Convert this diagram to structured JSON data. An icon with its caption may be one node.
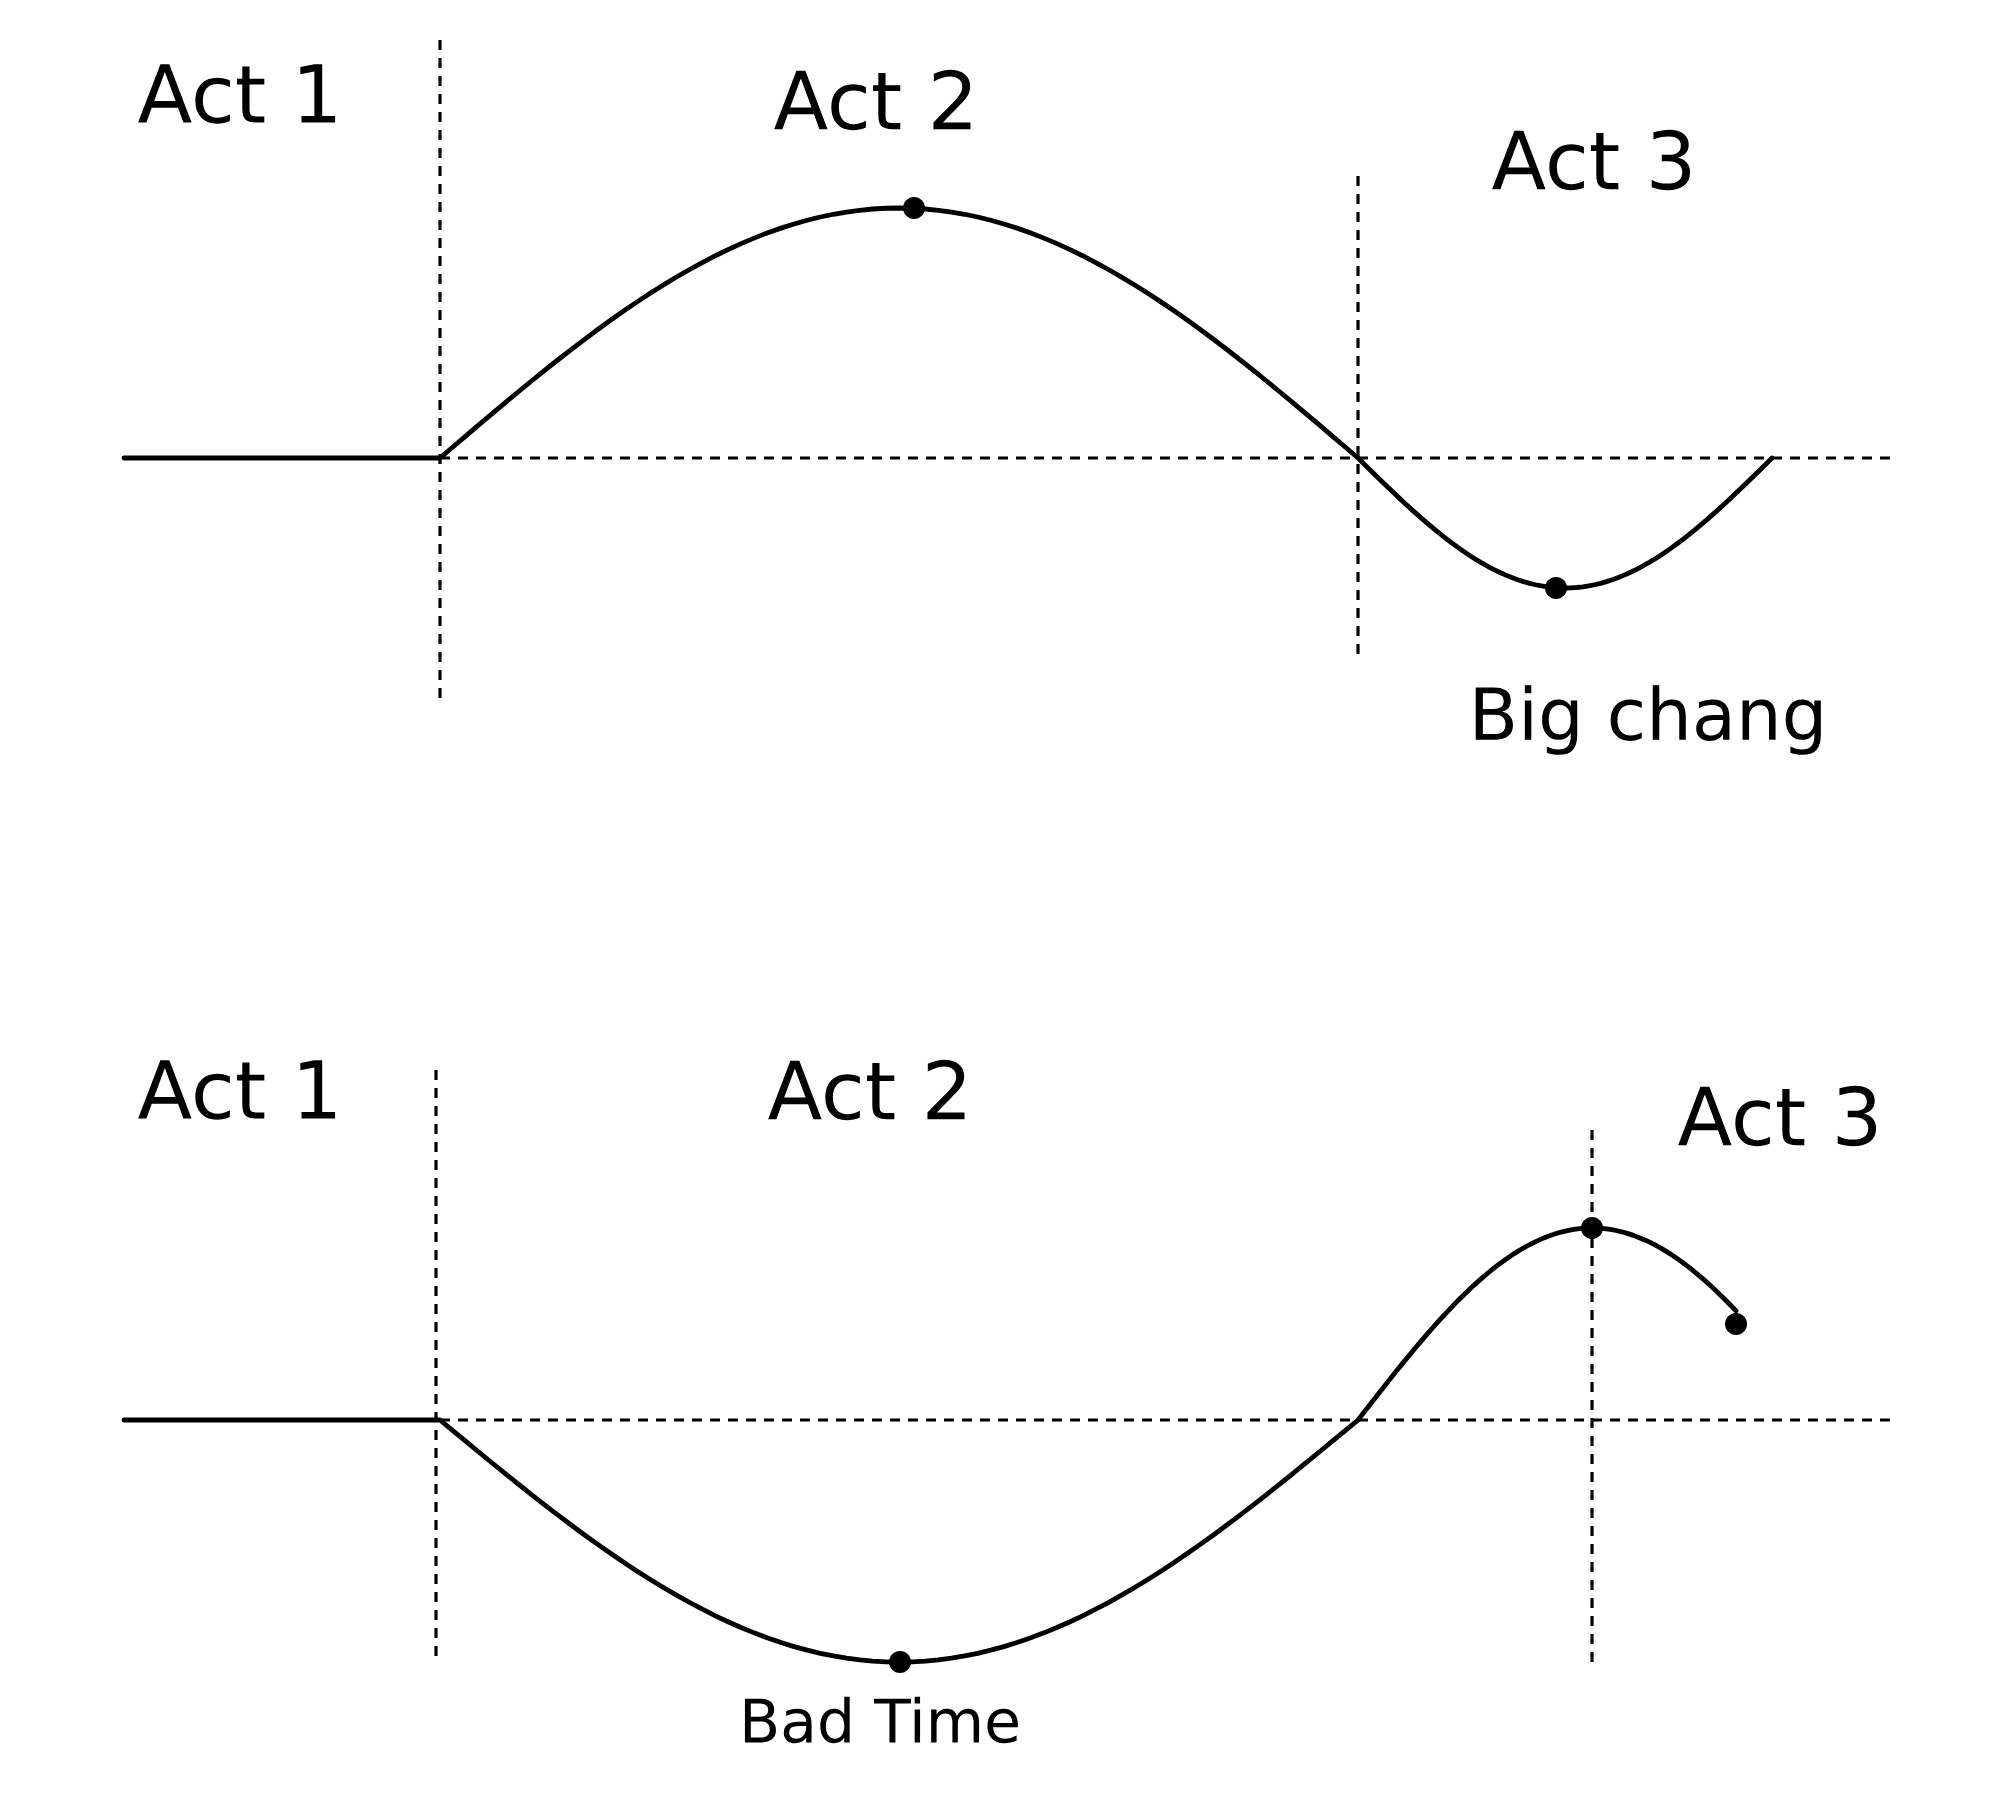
{
  "diagram": {
    "labels": [
      "Act 1",
      "Act 2",
      "Act 3",
      "Big chang",
      "Act 1",
      "Act 2",
      "Act 3",
      "Bad Time"
    ]
  }
}
